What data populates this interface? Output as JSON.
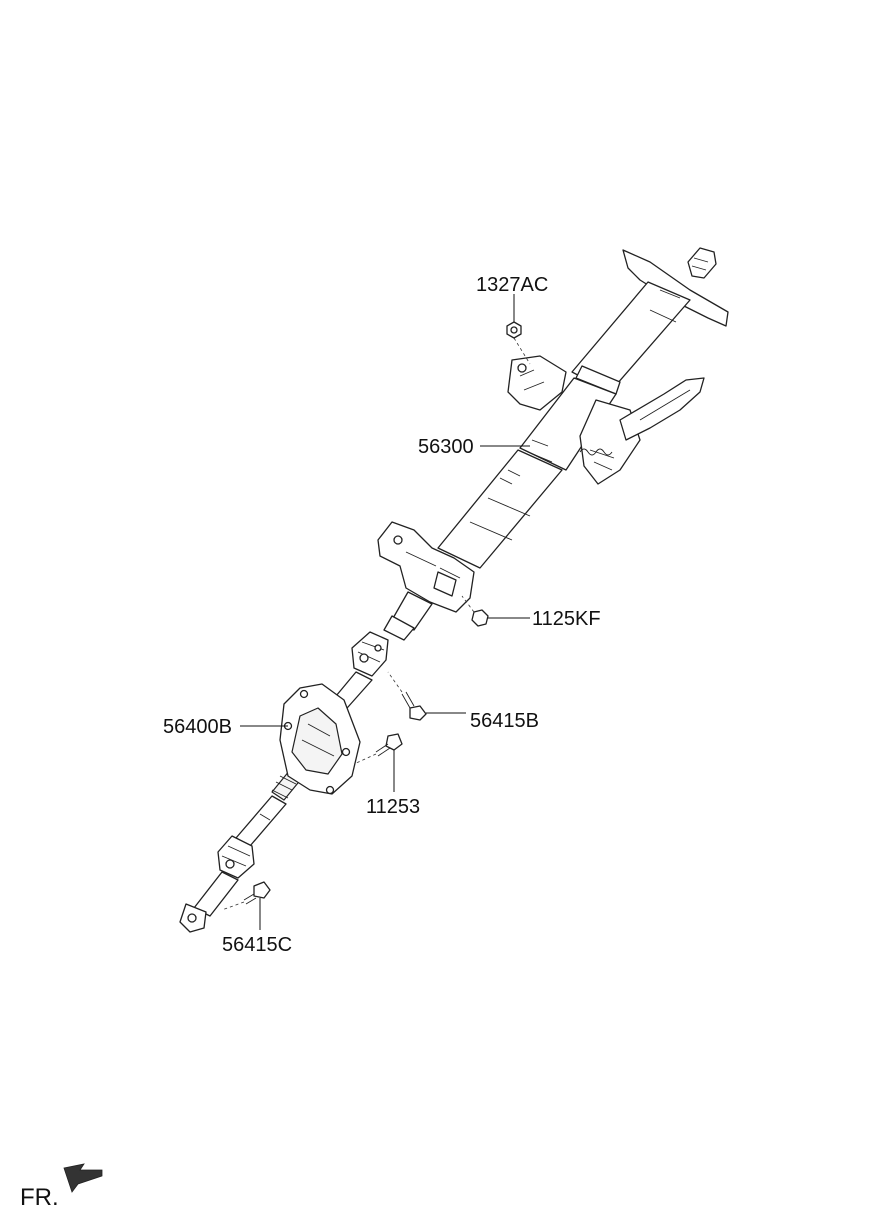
{
  "parts": [
    {
      "id": "1327AC",
      "label": "1327AC"
    },
    {
      "id": "56300",
      "label": "56300"
    },
    {
      "id": "1125KF",
      "label": "1125KF"
    },
    {
      "id": "56400B",
      "label": "56400B"
    },
    {
      "id": "56415B",
      "label": "56415B"
    },
    {
      "id": "11253",
      "label": "11253"
    },
    {
      "id": "56415C",
      "label": "56415C"
    }
  ],
  "direction_label": "FR."
}
